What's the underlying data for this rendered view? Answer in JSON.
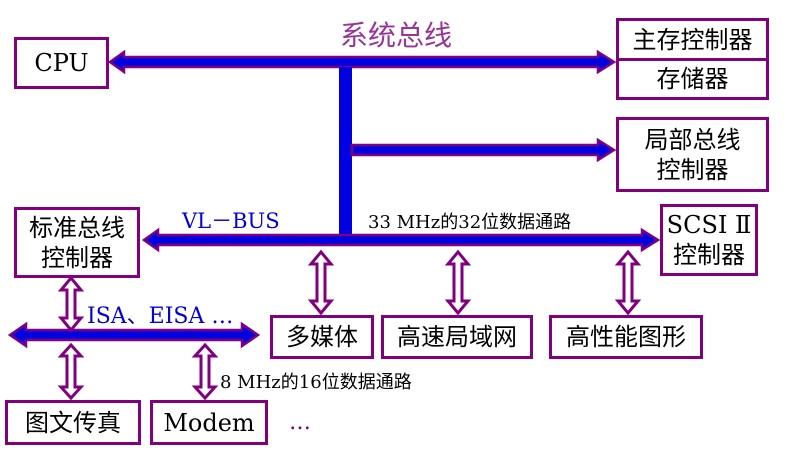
{
  "title": "系统总线",
  "buses": {
    "vl_bus": "VL－BUS",
    "vl_bus_desc": "33 MHz的32位数据通路",
    "isa_bus": "ISA、EISA …",
    "isa_bus_desc": "8 MHz的16位数据通路"
  },
  "boxes": {
    "cpu": "CPU",
    "main_mem_ctrl": "主存控制器",
    "memory": "存储器",
    "local_bus_ctrl_1": "局部总线",
    "local_bus_ctrl_2": "控制器",
    "std_bus_ctrl_1": "标准总线",
    "std_bus_ctrl_2": "控制器",
    "scsi_1": "SCSI Ⅱ",
    "scsi_2": "控制器",
    "multimedia": "多媒体",
    "lan": "高速局域网",
    "graphics": "高性能图形",
    "fax": "图文传真",
    "modem": "Modem",
    "more": "…"
  },
  "colors": {
    "bus_fill": "#0000e0",
    "bus_outline": "#800080",
    "title": "#993399",
    "bus_label": "#0000e0"
  }
}
